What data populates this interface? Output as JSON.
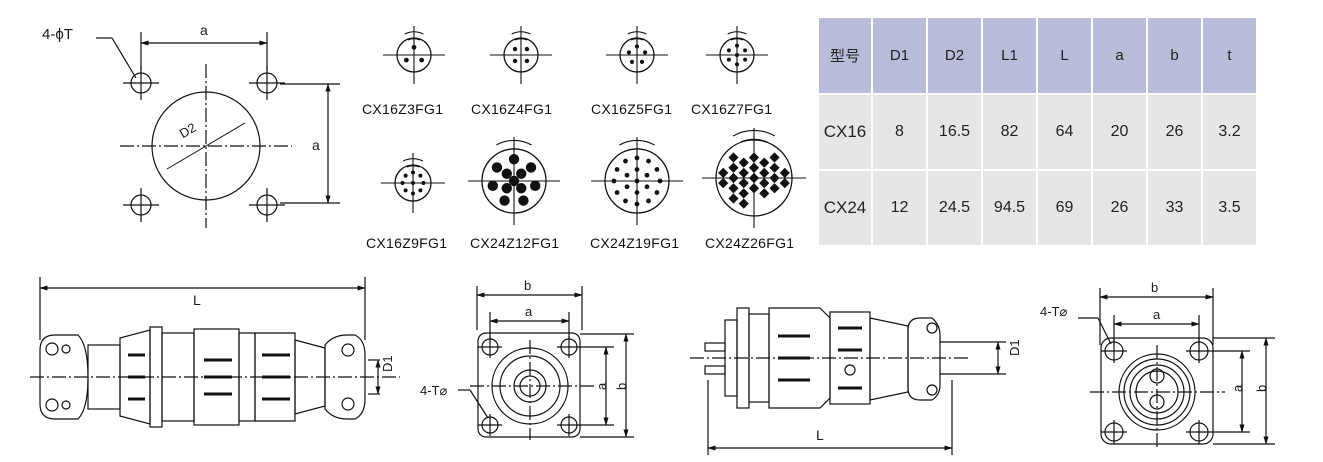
{
  "mounting_drawing": {
    "hole_callout": "4-ϕT",
    "dim_a_top": "a",
    "dim_a_side": "a",
    "diameter_label": "D2"
  },
  "pin_layouts": [
    {
      "name": "CX16Z3FG1"
    },
    {
      "name": "CX16Z4FG1"
    },
    {
      "name": "CX16Z5FG1"
    },
    {
      "name": "CX16Z7FG1"
    },
    {
      "name": "CX16Z9FG1"
    },
    {
      "name": "CX24Z12FG1"
    },
    {
      "name": "CX24Z19FG1"
    },
    {
      "name": "CX24Z26FG1"
    }
  ],
  "spec_table": {
    "headers": [
      "型号",
      "D1",
      "D2",
      "L1",
      "L",
      "a",
      "b",
      "t"
    ],
    "rows": [
      [
        "CX16",
        "8",
        "16.5",
        "82",
        "64",
        "20",
        "26",
        "3.2"
      ],
      [
        "CX24",
        "12",
        "24.5",
        "94.5",
        "69",
        "26",
        "33",
        "3.5"
      ]
    ],
    "header_color": "#b9bcd9",
    "cell_color": "#e6e6e6"
  },
  "connector_side_view_1": {
    "dim_L": "L",
    "dim_D1": "D1"
  },
  "front_view_1": {
    "dim_b": "b",
    "dim_a": "a",
    "dim_a_side": "a",
    "dim_b_side": "b",
    "hole_callout": "4-T⌀"
  },
  "connector_side_view_2": {
    "dim_L": "L",
    "dim_D1": "D1"
  },
  "front_view_2": {
    "dim_b": "b",
    "dim_a": "a",
    "dim_a_side": "a",
    "dim_b_side": "b",
    "hole_callout": "4-T⌀"
  }
}
